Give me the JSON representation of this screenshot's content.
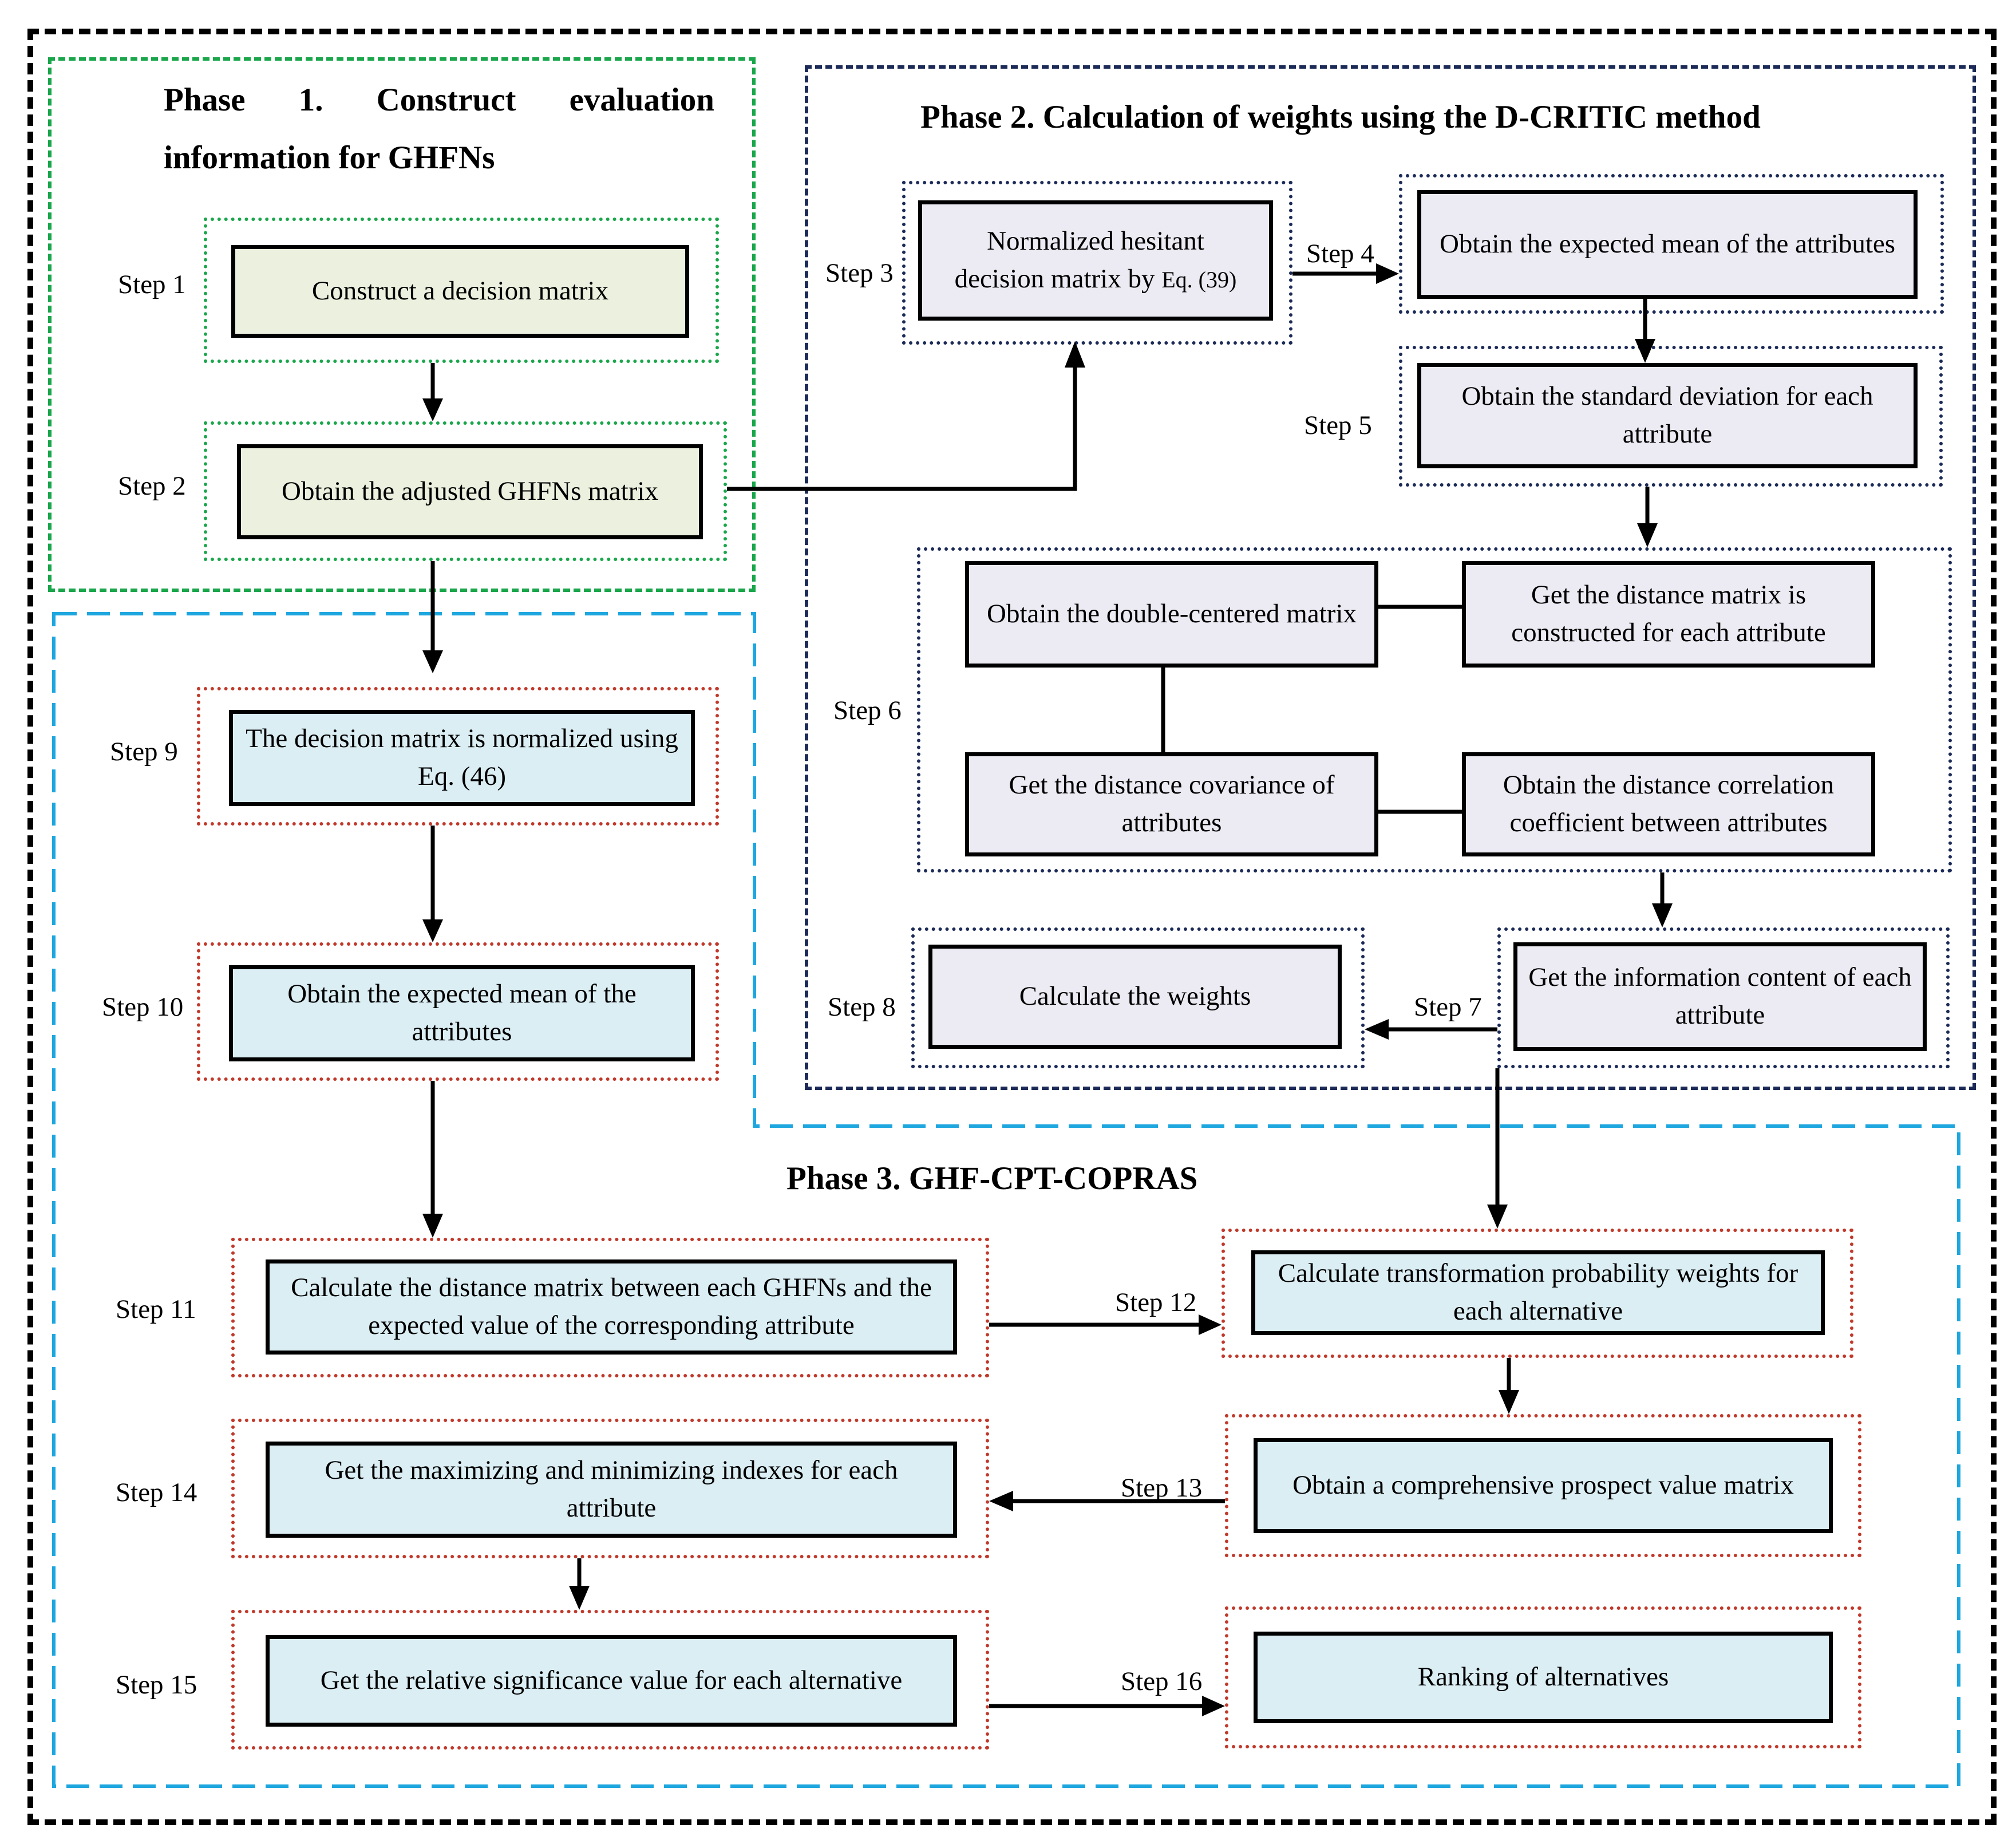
{
  "phase1": {
    "title": "Phase 1. Construct evaluation information for GHFNs",
    "step1": {
      "label": "Step 1",
      "box": "Construct a decision matrix"
    },
    "step2": {
      "label": "Step 2",
      "box": "Obtain the adjusted GHFNs matrix"
    }
  },
  "phase2": {
    "title": "Phase 2. Calculation of weights using the D-CRITIC method",
    "step3": {
      "label": "Step 3",
      "box_line1": "Normalized hesitant",
      "box_line2": "decision matrix by",
      "box_eq": "Eq. (39)"
    },
    "step4": {
      "label": "Step 4",
      "box": "Obtain the expected mean of the attributes"
    },
    "step5": {
      "label": "Step 5",
      "box": "Obtain the standard deviation for each attribute"
    },
    "step6": {
      "label": "Step 6",
      "double_centered": "Obtain the double-centered matrix",
      "distance_matrix": "Get the distance matrix is constructed for each attribute",
      "distance_covariance": "Get the distance covariance of attributes",
      "distance_correlation": "Obtain the distance correlation coefficient between attributes"
    },
    "step7": {
      "label": "Step 7",
      "box": "Get the information content of each attribute"
    },
    "step8": {
      "label": "Step 8",
      "box": "Calculate the weights"
    }
  },
  "phase3": {
    "title": "Phase 3. GHF-CPT-COPRAS",
    "step9": {
      "label": "Step 9",
      "box": "The decision matrix  is normalized using Eq. (46)"
    },
    "step10": {
      "label": "Step 10",
      "box": "Obtain the expected mean of the attributes"
    },
    "step11": {
      "label": "Step 11",
      "box": "Calculate the distance matrix between each GHFNs and the expected value of the corresponding attribute"
    },
    "step12": {
      "label": "Step 12",
      "box": "Calculate transformation probability weights for each alternative"
    },
    "step13": {
      "label": "Step 13",
      "box": "Obtain a comprehensive prospect value matrix"
    },
    "step14": {
      "label": "Step 14",
      "box": "Get the maximizing and minimizing indexes for each attribute"
    },
    "step15": {
      "label": "Step 15",
      "box": "Get the relative significance value for each alternative"
    },
    "step16": {
      "label": "Step 16",
      "box": "Ranking of alternatives"
    }
  },
  "colors": {
    "phase1_border": "#1aa64b",
    "phase2_border": "#1b2a57",
    "phase3_border": "#1ea7df",
    "step_dotted_red": "#c0392b",
    "fill_green": "#ebf1de",
    "fill_lavender": "#ecebf3",
    "fill_blue": "#dbeef4"
  }
}
